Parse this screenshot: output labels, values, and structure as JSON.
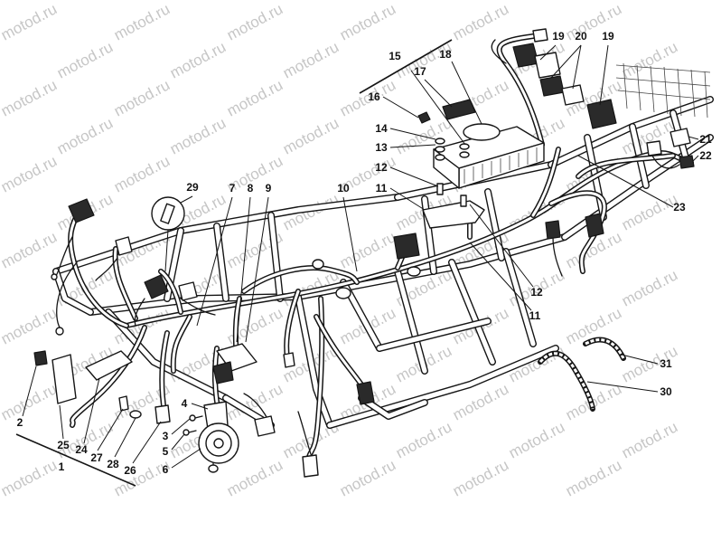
{
  "watermark": "motod.ru",
  "callouts": [
    "1",
    "2",
    "3",
    "4",
    "5",
    "6",
    "7",
    "8",
    "9",
    "10",
    "11",
    "12",
    "13",
    "14",
    "15",
    "16",
    "17",
    "18",
    "19",
    "20",
    "21",
    "22",
    "23",
    "24",
    "25",
    "26",
    "27",
    "28",
    "29",
    "30",
    "31"
  ]
}
